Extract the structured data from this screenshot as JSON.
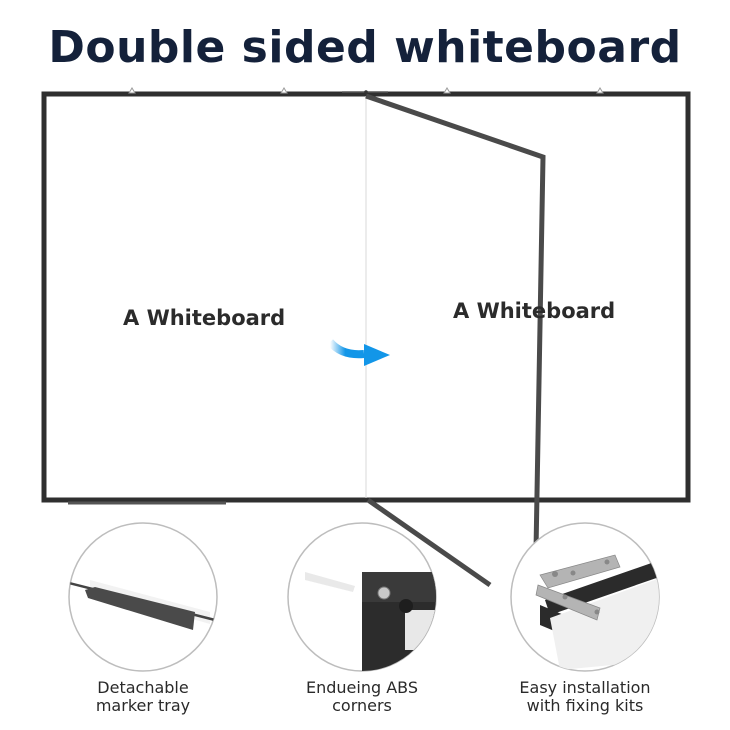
{
  "title": "Double sided whiteboard",
  "boards": [
    {
      "label": "A Whiteboard"
    },
    {
      "label": "A Whiteboard"
    }
  ],
  "arrow": {
    "color": "#1296e8",
    "direction": "flip-right"
  },
  "features": [
    {
      "icon": "marker-tray-closeup",
      "line1": "Detachable",
      "line2": "marker tray"
    },
    {
      "icon": "abs-corner-closeup",
      "line1": "Endueing ABS",
      "line2": "corners"
    },
    {
      "icon": "fixing-kit-closeup",
      "line1": "Easy installation",
      "line2": "with fixing kits"
    }
  ],
  "colors": {
    "frame": "#2f2f2f",
    "title": "#14213a",
    "accent": "#1296e8"
  }
}
